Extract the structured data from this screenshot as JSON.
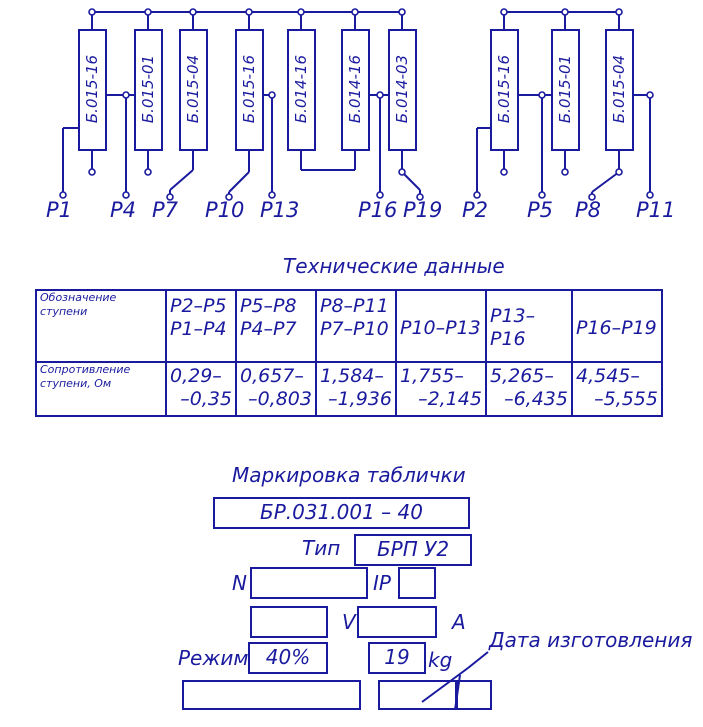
{
  "schematic": {
    "resistors_left": [
      "Б.015-16",
      "Б.015-01",
      "Б.015-04",
      "Б.015-16",
      "Б.014-16",
      "Б.014-16",
      "Б.014-03"
    ],
    "resistors_right": [
      "Б.015-16",
      "Б.015-01",
      "Б.015-04"
    ],
    "pins": [
      "P1",
      "P4",
      "P7",
      "P10",
      "P13",
      "P16",
      "P19",
      "P2",
      "P5",
      "P8",
      "P11"
    ]
  },
  "spec": {
    "title": "Технические данные",
    "row1_header": "Обозначение ступени",
    "row2_header": "Сопротивление ступени, Ом",
    "columns": [
      {
        "l1": "P2–P5",
        "l2": "P1–P4",
        "v1": "0,29–",
        "v2": "–0,35"
      },
      {
        "l1": "P5–P8",
        "l2": "P4–P7",
        "v1": "0,657–",
        "v2": "–0,803"
      },
      {
        "l1": "P8–P11",
        "l2": "P7–P10",
        "v1": "1,584–",
        "v2": "–1,936"
      },
      {
        "l1": "P10–P13",
        "l2": "",
        "v1": "1,755–",
        "v2": "–2,145"
      },
      {
        "l1": "P13–P16",
        "l2": "",
        "v1": "5,265–",
        "v2": "–6,435"
      },
      {
        "l1": "P16–P19",
        "l2": "",
        "v1": "4,545–",
        "v2": "–5,555"
      }
    ]
  },
  "plate": {
    "title": "Маркировка таблички",
    "code": "БР.031.001 – 40",
    "type_label": "Тип",
    "type_value": "БРП У2",
    "n_label": "N",
    "ip_label": "IP",
    "v_label": "V",
    "a_label": "A",
    "mode_label": "Режим",
    "mode_value": "40%",
    "weight_value": "19",
    "kg_label": "kg",
    "date_label": "Дата изготовления"
  },
  "colors": {
    "ink": "#1a1a9e",
    "background": "#ffffff"
  }
}
